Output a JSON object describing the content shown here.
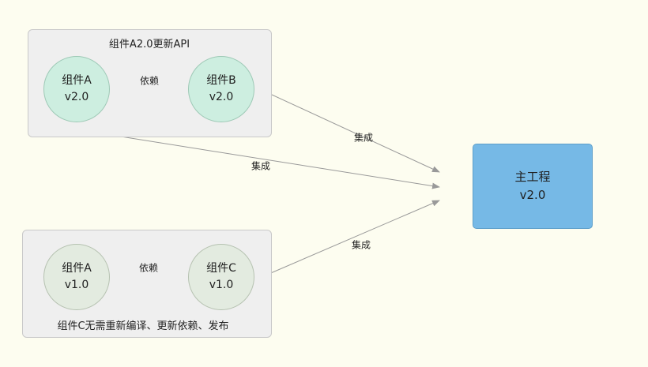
{
  "groups": {
    "top": {
      "caption": "组件A2.0更新API",
      "left_node": {
        "name": "组件A",
        "version": "v2.0"
      },
      "right_node": {
        "name": "组件B",
        "version": "v2.0"
      },
      "dependency_label": "依赖"
    },
    "bottom": {
      "caption": "组件C无需重新编译、更新依赖、发布",
      "left_node": {
        "name": "组件A",
        "version": "v1.0"
      },
      "right_node": {
        "name": "组件C",
        "version": "v1.0"
      },
      "dependency_label": "依赖"
    }
  },
  "main_project": {
    "name": "主工程",
    "version": "v2.0"
  },
  "integration_labels": {
    "from_b": "集成",
    "from_a": "集成",
    "from_c": "集成"
  },
  "colors": {
    "background": "#fdfdf0",
    "group_box": "#efefef",
    "node_updated": "#cdeee0",
    "node_old": "#e3ebe0",
    "main_project": "#76b9e6",
    "arrow": "#999999"
  }
}
